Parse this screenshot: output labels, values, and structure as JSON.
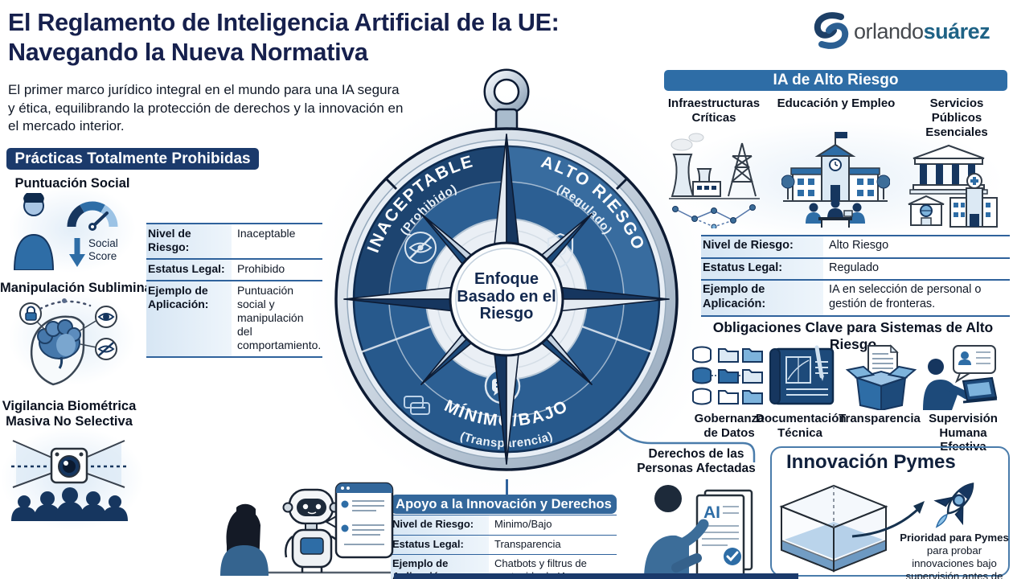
{
  "header": {
    "title": "El Reglamento de Inteligencia Artificial de la UE: Navegando la Nueva Normativa",
    "subtitle": "El primer marco jurídico integral en el mundo para una IA segura y ética, equilibrando la protección de derechos y la innovación en el mercado interior.",
    "brand": {
      "part1": "orlando",
      "part2": "suárez"
    }
  },
  "prohibited": {
    "title": "Prácticas Totalmente Prohibidas",
    "item1": "Puntuación Social",
    "item1_caption_line1": "Social",
    "item1_caption_line2": "Score",
    "item2": "Manipulación Subliminal",
    "item3": "Vigilancia Biométrica Masiva No Selectiva",
    "table": {
      "rows": [
        {
          "label": "Nivel de Riesgo:",
          "value": "Inaceptable"
        },
        {
          "label": "Estatus Legal:",
          "value": "Prohibido"
        },
        {
          "label": "Ejemplo de Aplicación:",
          "value": "Puntuación social y manipulación del comportamiento."
        }
      ]
    }
  },
  "compass": {
    "segment1_name": "INACEPTABLE",
    "segment1_sub": "(Prohibido)",
    "segment2_name": "ALTO RIESGO",
    "segment2_sub": "(Regulado)",
    "segment3_name": "MÍNIMO/BAJO",
    "segment3_sub": "(Transparencia)",
    "center_label": "Enfoque Basado en el Riesgo"
  },
  "high_risk": {
    "title": "IA de Alto Riesgo",
    "categories": [
      "Infraestructuras Críticas",
      "Educación y Empleo",
      "Servicios Públicos Esenciales"
    ],
    "table": {
      "rows": [
        {
          "label": "Nivel de Riesgo:",
          "value": "Alto Riesgo"
        },
        {
          "label": "Estatus Legal:",
          "value": "Regulado"
        },
        {
          "label": "Ejemplo de Aplicación:",
          "value": "IA en selección de personal o gestión de fronteras."
        }
      ]
    },
    "obligations_title": "Obligaciones Clave para Sistemas de Alto Riesgo",
    "obligations": [
      "Gobernanza de Datos",
      "Documentación Técnica",
      "Transparencia",
      "Supervisión Humana Efectiva"
    ]
  },
  "support": {
    "title": "Apoyo a la Innovación y Derechos",
    "table": {
      "rows": [
        {
          "label": "Nivel de Riesgo:",
          "value": "Minimo/Bajo"
        },
        {
          "label": "Estatus Legal:",
          "value": "Transparencia"
        },
        {
          "label": "Ejemplo de Aplicación:",
          "value": "Chatbots y filtrus de contenido de IA generativa."
        }
      ]
    }
  },
  "rights": {
    "title": "Derechos de las Personas Afectadas",
    "doc_label": "AI"
  },
  "sme": {
    "title": "Innovación Pymes",
    "note_bold": "Prioridad para Pymes",
    "note_rest": "para probar innovaciones bajo supervisión antes de salir al mercado."
  },
  "colors": {
    "navy": "#1b3a6b",
    "blue": "#2e6da6",
    "steel": "#33679b",
    "light_blue": "#cfe2f3",
    "ink": "#0d1321",
    "brand_gray": "#45494e",
    "brand_blue": "#1e6285"
  }
}
